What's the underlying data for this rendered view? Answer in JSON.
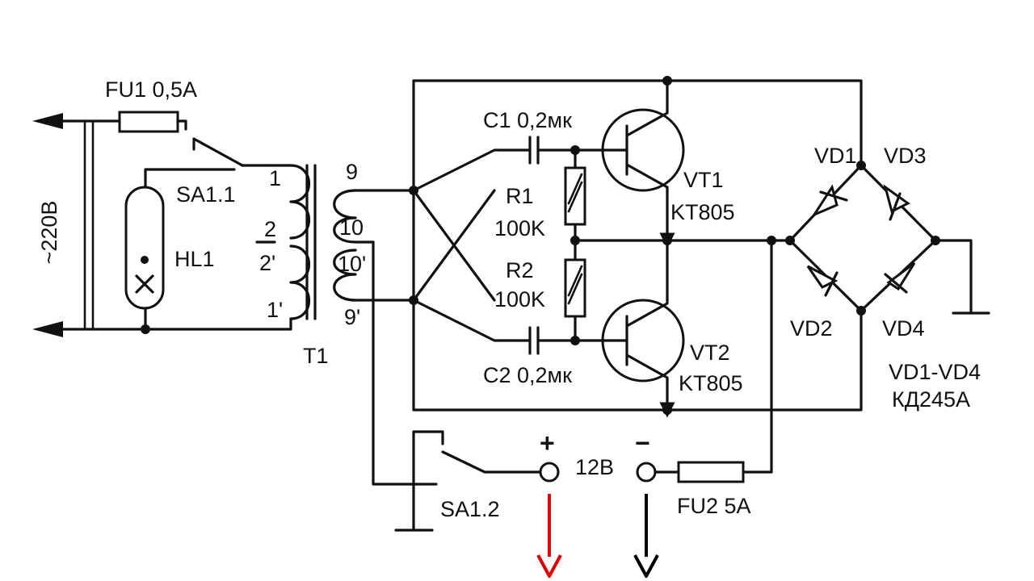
{
  "labels": {
    "fu1": "FU1 0,5A",
    "mains_voltage": "~220В",
    "sa1_1": "SA1.1",
    "hl1": "HL1",
    "t1": "T1",
    "winding_1": "1",
    "winding_2": "2",
    "winding_2p": "2'",
    "winding_1p": "1'",
    "tap_9": "9",
    "tap_10": "10",
    "tap_10p": "10'",
    "tap_9p": "9'",
    "c1": "C1 0,2мк",
    "c2": "C2 0,2мк",
    "r1_name": "R1",
    "r1_value": "100K",
    "r2_name": "R2",
    "r2_value": "100K",
    "vt1_name": "VT1",
    "vt1_type": "KT805",
    "vt2_name": "VT2",
    "vt2_type": "KT805",
    "vd1": "VD1",
    "vd2": "VD2",
    "vd3": "VD3",
    "vd4": "VD4",
    "vd_range": "VD1-VD4",
    "vd_type": "КД245А",
    "plus": "+",
    "minus": "−",
    "output_voltage": "12В",
    "sa1_2": "SA1.2",
    "fu2": "FU2 5A"
  },
  "colors": {
    "line": "#111111",
    "positive_arrow": "#e00000",
    "negative_arrow": "#000000",
    "background": "#ffffff"
  }
}
